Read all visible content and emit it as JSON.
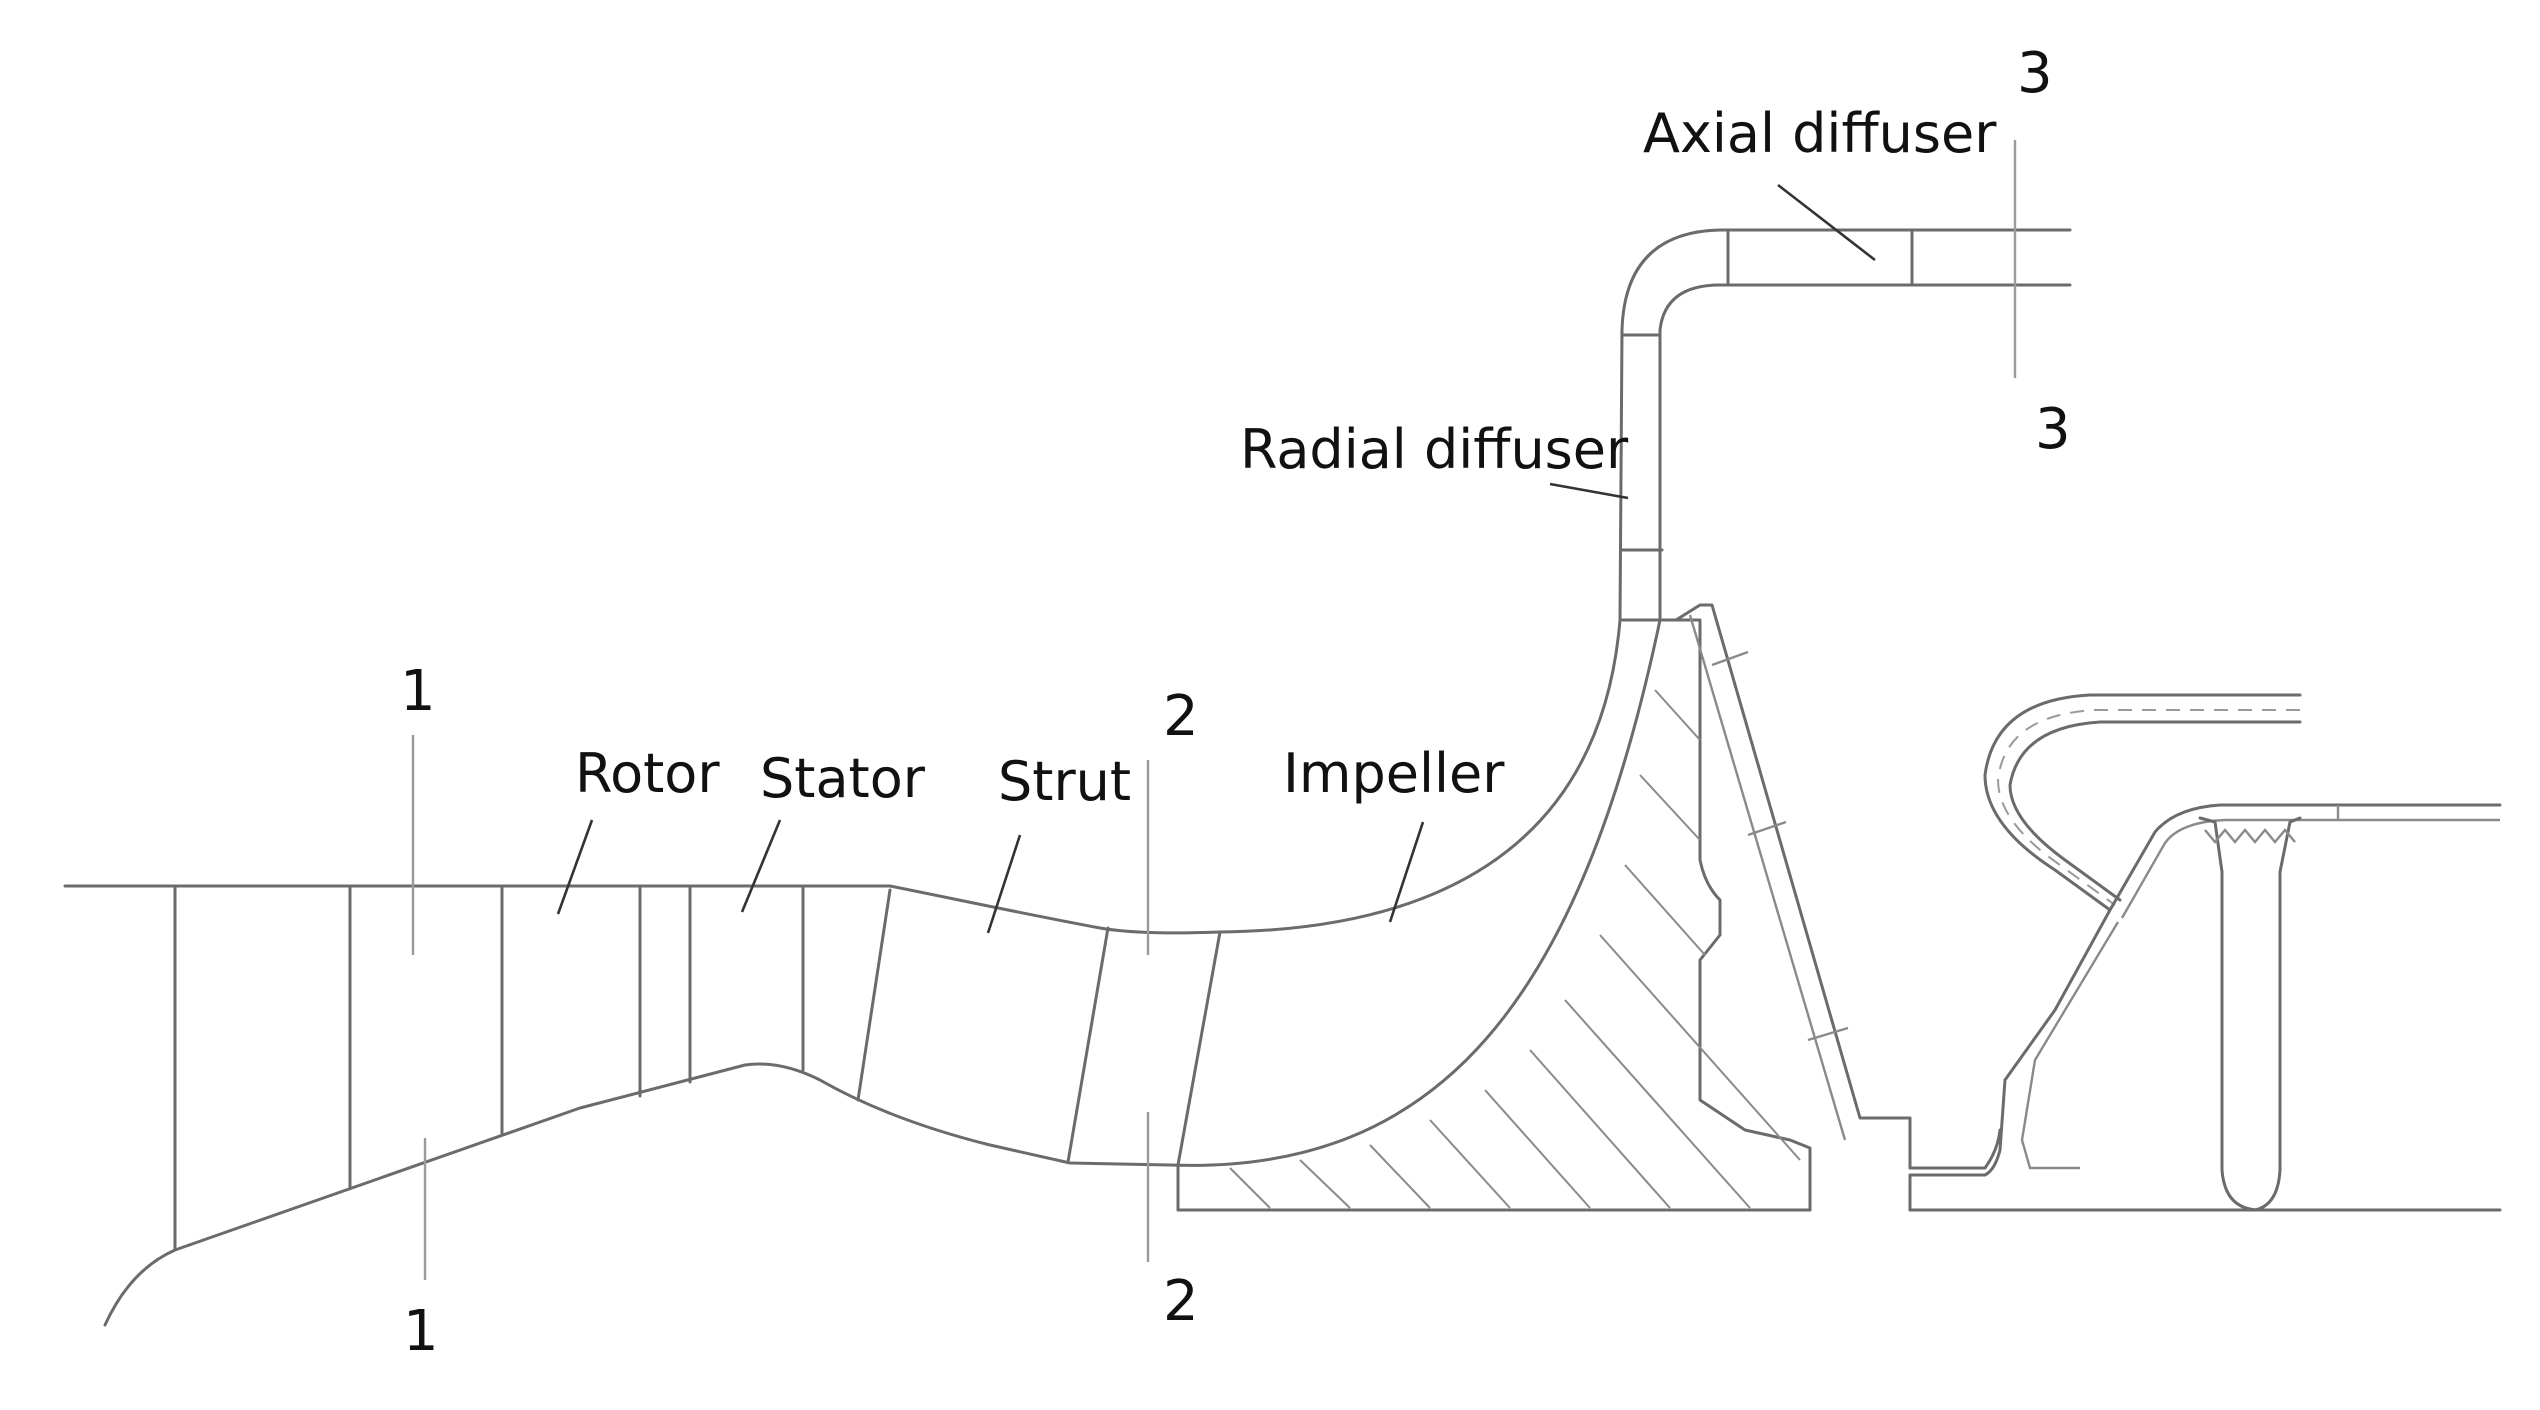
{
  "components": {
    "rotor": "Rotor",
    "stator": "Stator",
    "strut": "Strut",
    "impeller": "Impeller",
    "radial_diffuser": "Radial diffuser",
    "axial_diffuser": "Axial diffuser"
  },
  "sections": {
    "s1_top": "1",
    "s1_bottom": "1",
    "s2_top": "2",
    "s2_bottom": "2",
    "s3_top": "3",
    "s3_bottom": "3"
  }
}
